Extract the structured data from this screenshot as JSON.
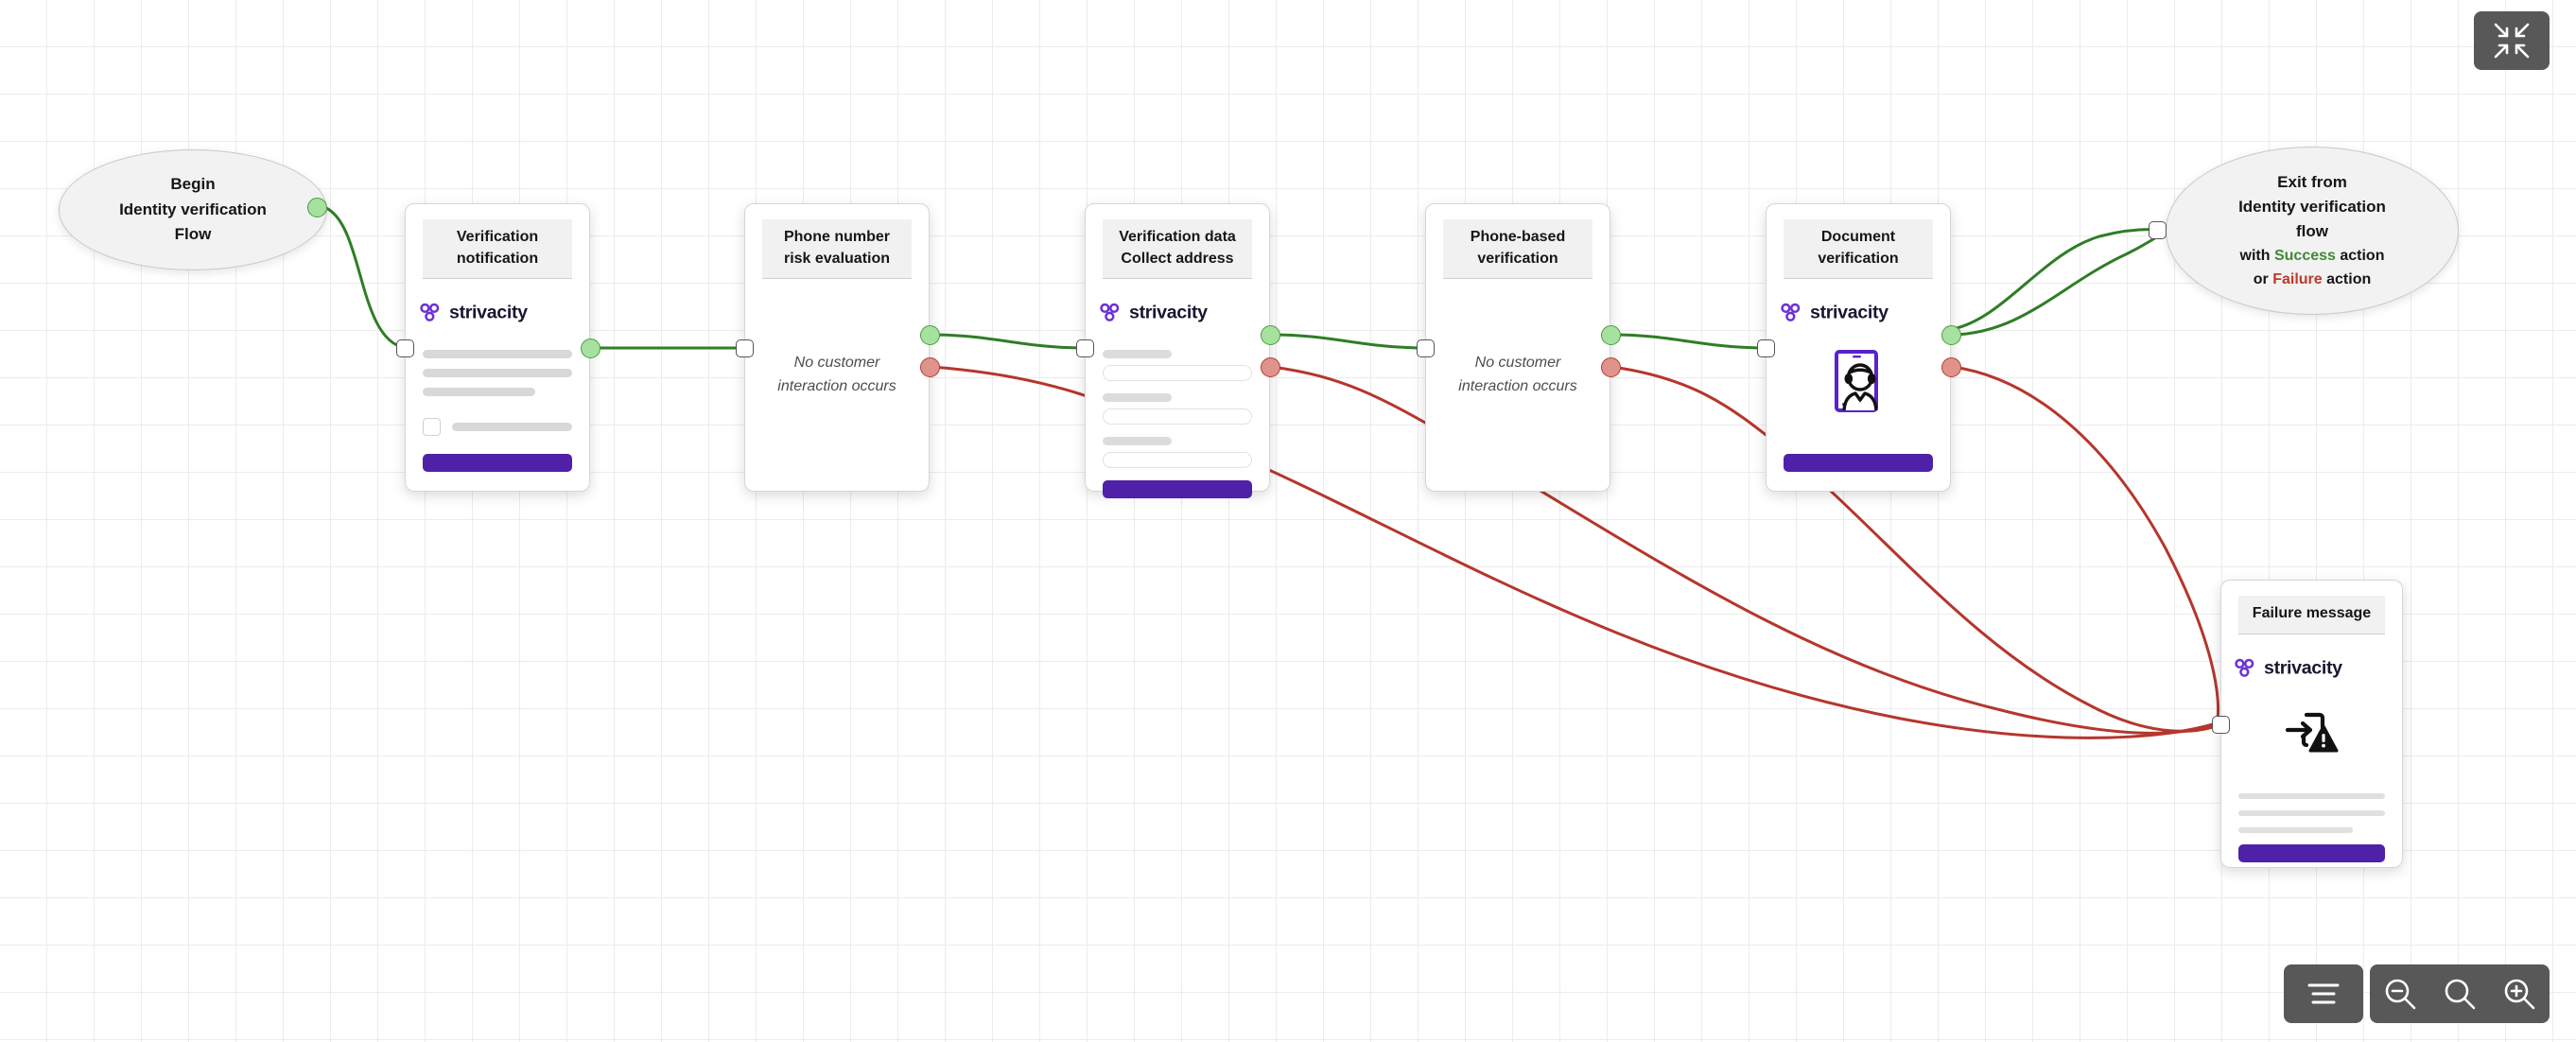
{
  "app": {
    "diagram_title": "Identity verification flow",
    "brand_name": "strivacity",
    "brand_color": "#4e21a8",
    "success_color": "#3f8a32",
    "failure_color": "#c0392b",
    "port_success_color": "#a6e1a0",
    "port_failure_color": "#e0928c",
    "grid_color": "#ececec"
  },
  "controls": {
    "fullscreen": {
      "label": "Exit fullscreen",
      "icon": "collapse-arrows-icon"
    },
    "layout": {
      "label": "Auto layout",
      "icon": "align-center-icon"
    },
    "zoom_out": {
      "label": "Zoom out",
      "icon": "zoom-out-icon"
    },
    "zoom_reset": {
      "label": "Reset zoom",
      "icon": "search-icon"
    },
    "zoom_in": {
      "label": "Zoom in",
      "icon": "zoom-in-icon"
    }
  },
  "nodes": {
    "start": {
      "kind": "terminal",
      "line1": "Begin",
      "line2": "Identity verification",
      "line3": "Flow",
      "ports": {
        "out": "success"
      }
    },
    "verification_notification": {
      "kind": "screen",
      "title_line1": "Verification",
      "title_line2": "notification",
      "brand": "strivacity",
      "ports": {
        "in": true,
        "out": "success"
      }
    },
    "phone_number_risk": {
      "kind": "action",
      "title_line1": "Phone number",
      "title_line2": "risk evaluation",
      "note_line1": "No customer",
      "note_line2": "interaction occurs",
      "ports": {
        "in": true,
        "out_success": true,
        "out_failure": true
      }
    },
    "verification_data": {
      "kind": "screen",
      "title_line1": "Verification data",
      "title_line2": "Collect address",
      "brand": "strivacity",
      "ports": {
        "in": true,
        "out_success": true,
        "out_failure": true
      }
    },
    "phone_based_verification": {
      "kind": "action",
      "title_line1": "Phone-based",
      "title_line2": "verification",
      "note_line1": "No customer",
      "note_line2": "interaction occurs",
      "ports": {
        "in": true,
        "out_success": true,
        "out_failure": true
      }
    },
    "document_verification": {
      "kind": "screen",
      "title_line1": "Document",
      "title_line2": "verification",
      "brand": "strivacity",
      "icon": "id-selfie-phone-icon",
      "ports": {
        "in": true,
        "out_success": true,
        "out_failure": true
      }
    },
    "exit": {
      "kind": "terminal",
      "line1": "Exit from",
      "line2": "Identity verification",
      "line3": "flow",
      "line4_prefix": "with ",
      "line4_success": "Success",
      "line4_suffix": " action",
      "line5_prefix": "or ",
      "line5_failure": "Failure",
      "line5_suffix": " action",
      "ports": {
        "in": true
      }
    },
    "failure_message": {
      "kind": "screen",
      "title_line1": "Failure message",
      "brand": "strivacity",
      "icon": "login-error-icon",
      "ports": {
        "in": true
      }
    }
  },
  "edges": [
    {
      "from": "start",
      "to": "verification_notification",
      "type": "success"
    },
    {
      "from": "verification_notification",
      "to": "phone_number_risk",
      "type": "success"
    },
    {
      "from": "phone_number_risk",
      "to": "verification_data",
      "type": "success"
    },
    {
      "from": "phone_number_risk",
      "to": "failure_message",
      "type": "failure"
    },
    {
      "from": "verification_data",
      "to": "phone_based_verification",
      "type": "success"
    },
    {
      "from": "verification_data",
      "to": "failure_message",
      "type": "failure"
    },
    {
      "from": "phone_based_verification",
      "to": "document_verification",
      "type": "success"
    },
    {
      "from": "phone_based_verification",
      "to": "failure_message",
      "type": "failure"
    },
    {
      "from": "document_verification",
      "to": "exit",
      "type": "success"
    },
    {
      "from": "document_verification",
      "to": "failure_message",
      "type": "failure"
    },
    {
      "from": "verification_notification_bypass",
      "to": "exit",
      "type": "success"
    }
  ]
}
